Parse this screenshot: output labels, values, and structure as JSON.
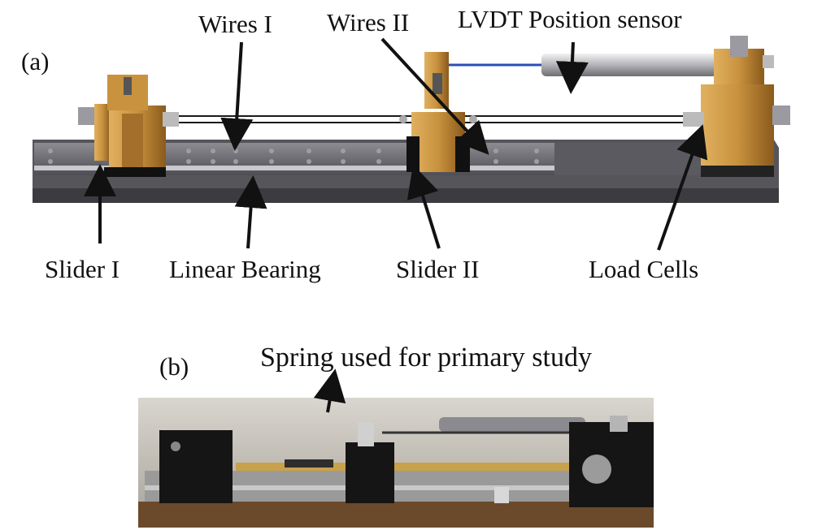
{
  "panel_a": {
    "tag": "(a)",
    "labels": {
      "wires_1": "Wires I",
      "wires_2": "Wires II",
      "lvdt": "LVDT Position sensor",
      "slider_1": "Slider I",
      "linear_bearing": "Linear Bearing",
      "slider_2": "Slider II",
      "load_cells": "Load Cells"
    }
  },
  "panel_b": {
    "tag": "(b)",
    "labels": {
      "spring": "Spring used for primary study"
    }
  },
  "colors": {
    "brass": "#c8923e",
    "brass_dark": "#8a5a1c",
    "rail": "#6f6f73",
    "rail_top": "#9a9aa0",
    "base_dark": "#3c3c40",
    "photo_wood": "#6b4a2c",
    "wire": "#222222",
    "blue_tube": "#2a4fb5"
  }
}
